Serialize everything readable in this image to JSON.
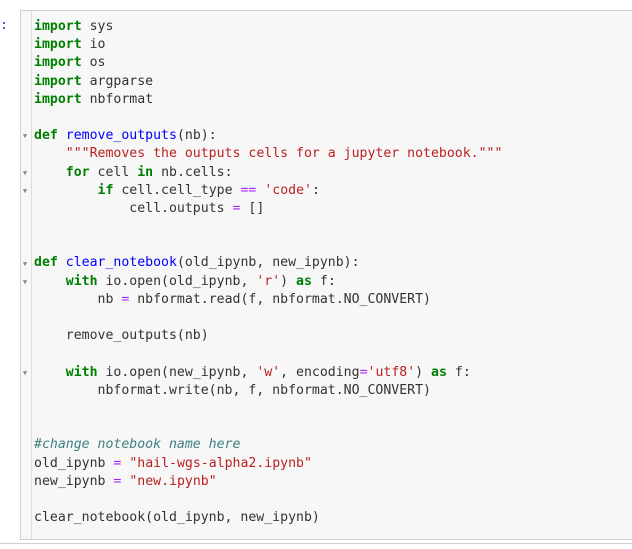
{
  "prompt": ":",
  "code_lines": [
    [
      {
        "t": "import",
        "c": "kw"
      },
      {
        "t": " sys"
      }
    ],
    [
      {
        "t": "import",
        "c": "kw"
      },
      {
        "t": " io"
      }
    ],
    [
      {
        "t": "import",
        "c": "kw"
      },
      {
        "t": " os"
      }
    ],
    [
      {
        "t": "import",
        "c": "kw"
      },
      {
        "t": " argparse"
      }
    ],
    [
      {
        "t": "import",
        "c": "kw"
      },
      {
        "t": " nbformat"
      }
    ],
    [],
    [
      {
        "t": "def",
        "c": "kw"
      },
      {
        "t": " "
      },
      {
        "t": "remove_outputs",
        "c": "def"
      },
      {
        "t": "(nb):"
      }
    ],
    [
      {
        "t": "    "
      },
      {
        "t": "\"\"\"Removes the outputs cells for a jupyter notebook.\"\"\"",
        "c": "str"
      }
    ],
    [
      {
        "t": "    "
      },
      {
        "t": "for",
        "c": "kw"
      },
      {
        "t": " cell "
      },
      {
        "t": "in",
        "c": "kw"
      },
      {
        "t": " nb.cells:"
      }
    ],
    [
      {
        "t": "        "
      },
      {
        "t": "if",
        "c": "kw"
      },
      {
        "t": " cell.cell_type "
      },
      {
        "t": "==",
        "c": "op"
      },
      {
        "t": " "
      },
      {
        "t": "'code'",
        "c": "str"
      },
      {
        "t": ":"
      }
    ],
    [
      {
        "t": "            cell.outputs "
      },
      {
        "t": "=",
        "c": "op"
      },
      {
        "t": " []"
      }
    ],
    [],
    [],
    [
      {
        "t": "def",
        "c": "kw"
      },
      {
        "t": " "
      },
      {
        "t": "clear_notebook",
        "c": "def"
      },
      {
        "t": "(old_ipynb, new_ipynb):"
      }
    ],
    [
      {
        "t": "    "
      },
      {
        "t": "with",
        "c": "kw"
      },
      {
        "t": " io.open(old_ipynb, "
      },
      {
        "t": "'r'",
        "c": "str"
      },
      {
        "t": ") "
      },
      {
        "t": "as",
        "c": "kw"
      },
      {
        "t": " f:"
      }
    ],
    [
      {
        "t": "        nb "
      },
      {
        "t": "=",
        "c": "op"
      },
      {
        "t": " nbformat.read(f, nbformat.NO_CONVERT)"
      }
    ],
    [],
    [
      {
        "t": "    remove_outputs(nb)"
      }
    ],
    [],
    [
      {
        "t": "    "
      },
      {
        "t": "with",
        "c": "kw"
      },
      {
        "t": " io.open(new_ipynb, "
      },
      {
        "t": "'w'",
        "c": "str"
      },
      {
        "t": ", encoding"
      },
      {
        "t": "=",
        "c": "op"
      },
      {
        "t": "'utf8'",
        "c": "str"
      },
      {
        "t": ") "
      },
      {
        "t": "as",
        "c": "kw"
      },
      {
        "t": " f:"
      }
    ],
    [
      {
        "t": "        nbformat.write(nb, f, nbformat.NO_CONVERT)"
      }
    ],
    [],
    [],
    [
      {
        "t": "#change notebook name here",
        "c": "cm"
      }
    ],
    [
      {
        "t": "old_ipynb "
      },
      {
        "t": "=",
        "c": "op"
      },
      {
        "t": " "
      },
      {
        "t": "\"hail-wgs-alpha2.ipynb\"",
        "c": "str"
      }
    ],
    [
      {
        "t": "new_ipynb "
      },
      {
        "t": "=",
        "c": "op"
      },
      {
        "t": " "
      },
      {
        "t": "\"new.ipynb\"",
        "c": "str"
      }
    ],
    [],
    [
      {
        "t": "clear_notebook(old_ipynb, new_ipynb)"
      }
    ]
  ],
  "fold_markers": [
    {
      "line": 6,
      "glyph": "▼"
    },
    {
      "line": 8,
      "glyph": "▼"
    },
    {
      "line": 9,
      "glyph": "▼"
    },
    {
      "line": 13,
      "glyph": "▼"
    },
    {
      "line": 14,
      "glyph": "▼"
    },
    {
      "line": 19,
      "glyph": "▼"
    }
  ]
}
